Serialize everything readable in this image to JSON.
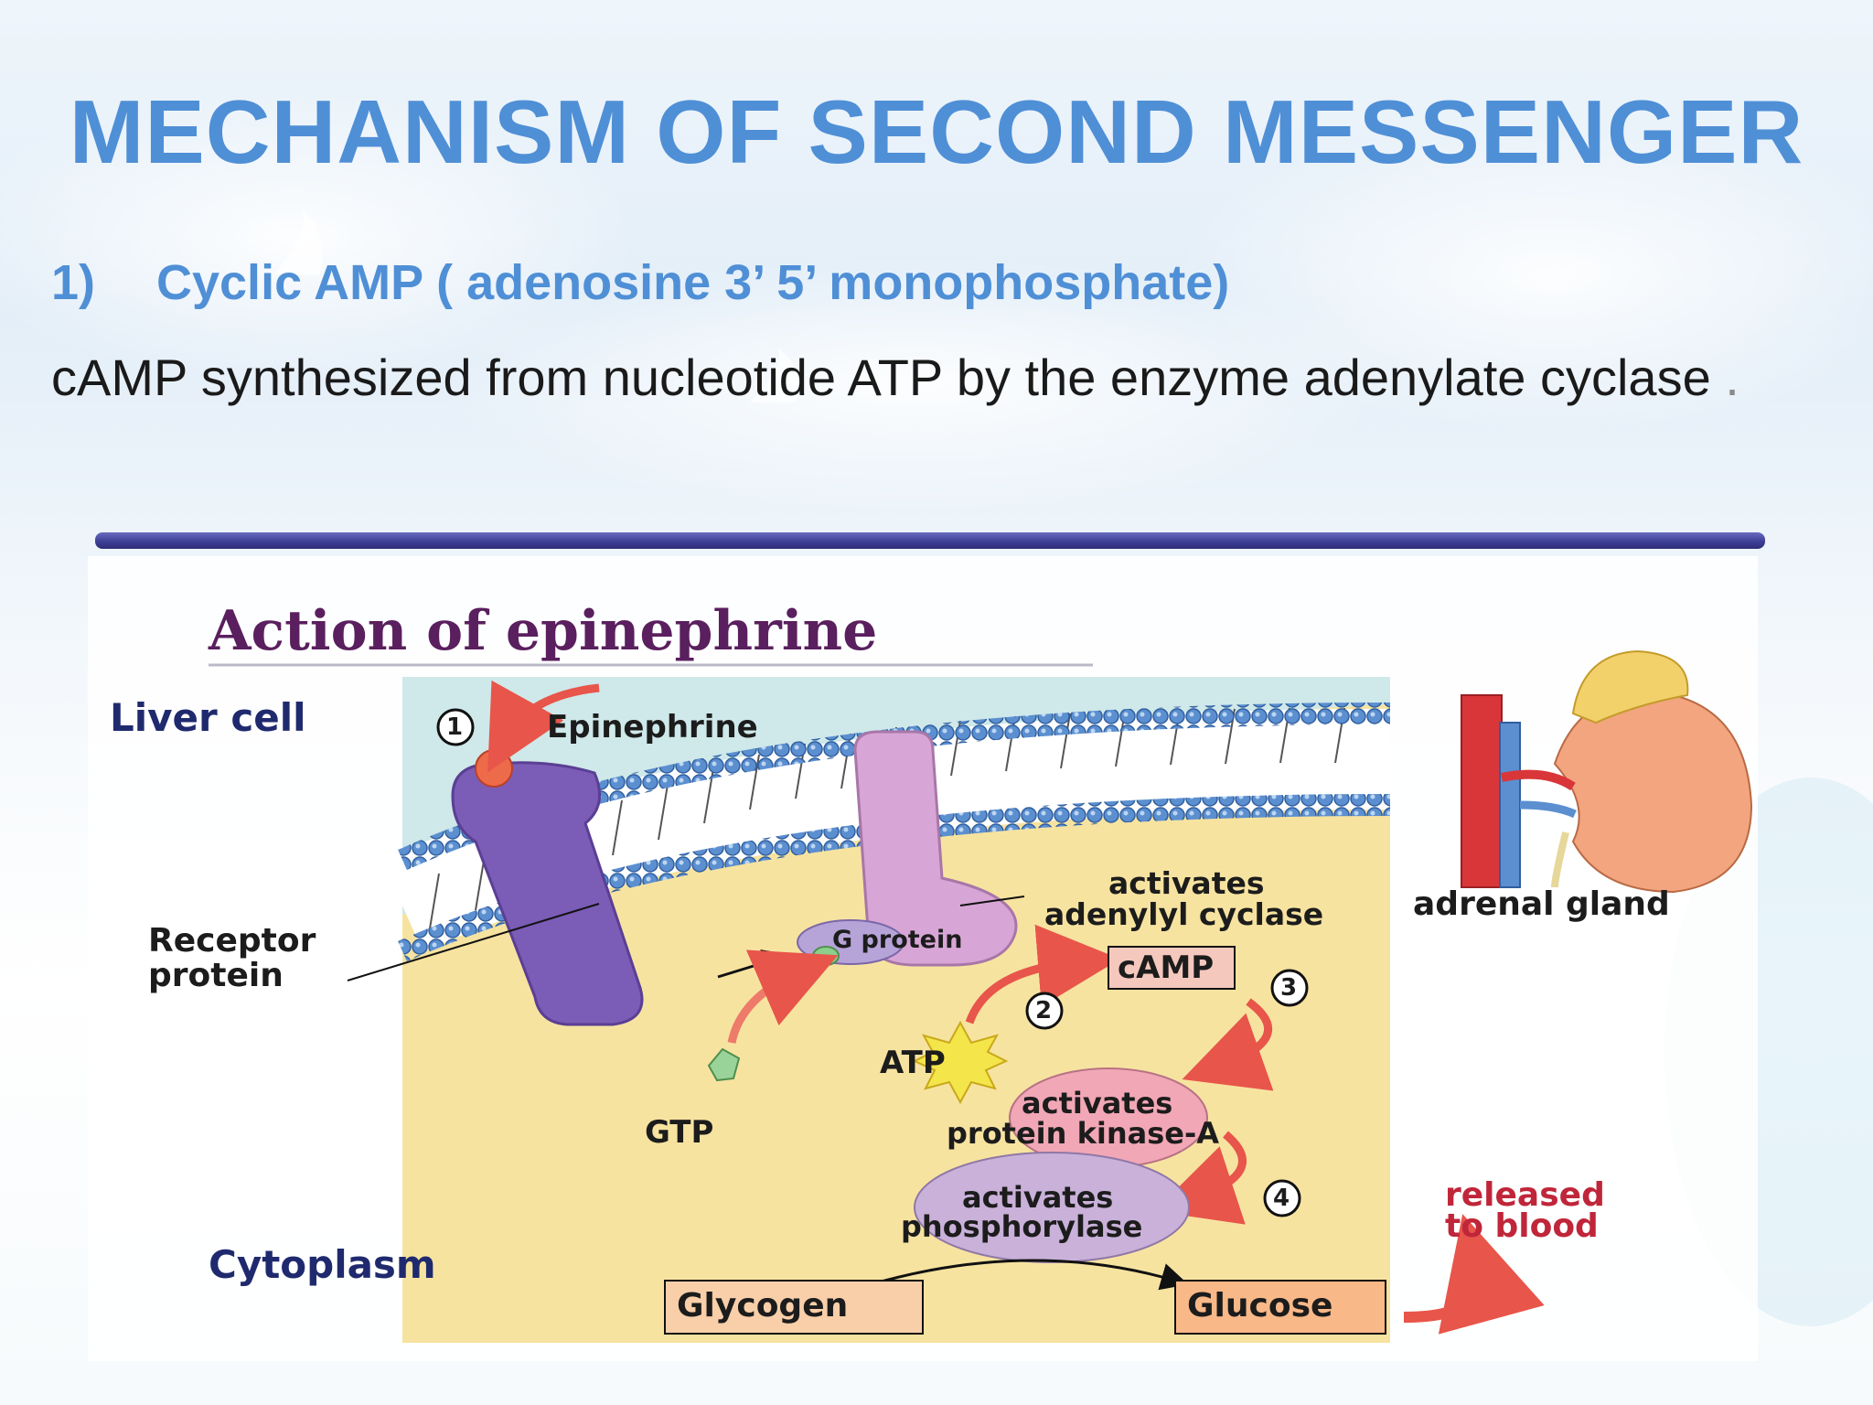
{
  "slide": {
    "title": "MECHANISM OF SECOND MESSENGER",
    "point_number": "1)",
    "point_text": "Cyclic AMP ( adenosine 3’ 5’ monophosphate)",
    "body_text": "cAMP synthesized from nucleotide ATP by the enzyme adenylate cyclase",
    "body_trailing": " ."
  },
  "figure": {
    "title": "Action of epinephrine",
    "labels": {
      "liver_cell": "Liver cell",
      "epinephrine": "Epinephrine",
      "receptor_line1": "Receptor",
      "receptor_line2": "protein",
      "g_protein": "G protein",
      "activates_line1": "activates",
      "adenylyl_cyclase": "adenylyl cyclase",
      "camp": "cAMP",
      "atp": "ATP",
      "gtp": "GTP",
      "pka_line1": "activates",
      "pka_line2": "protein kinase-A",
      "phos_line1": "activates",
      "phos_line2": "phosphorylase",
      "cytoplasm": "Cytoplasm",
      "glycogen": "Glycogen",
      "glucose": "Glucose",
      "adrenal_gland": "adrenal gland",
      "released_line1": "released",
      "released_line2": "to blood"
    },
    "steps": [
      "1",
      "2",
      "3",
      "4"
    ],
    "colors": {
      "title_accent": "#4f8fd6",
      "cell_background": "#f7e3a0",
      "receptor": "#7b5cb6",
      "adenylyl_cyclase": "#d8a6d6",
      "arrow": "#e8554a",
      "released": "#c0263a"
    }
  }
}
